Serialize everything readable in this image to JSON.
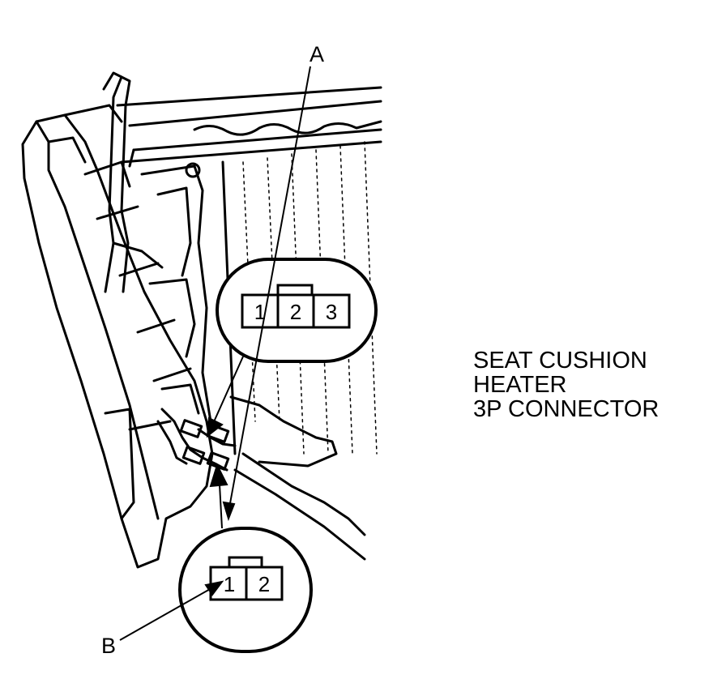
{
  "labels": {
    "a": "A",
    "b": "B"
  },
  "callout": {
    "line1": "SEAT CUSHION",
    "line2": "HEATER",
    "line3": "3P CONNECTOR"
  },
  "connector_3p": {
    "pins": [
      "1",
      "2",
      "3"
    ]
  },
  "connector_2p": {
    "pins": [
      "1",
      "2"
    ]
  }
}
